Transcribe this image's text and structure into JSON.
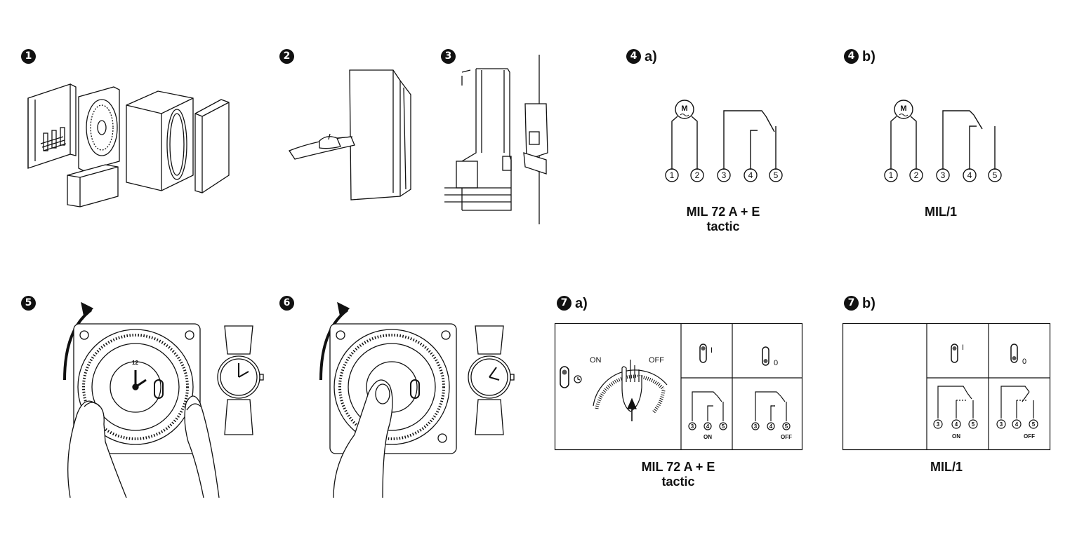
{
  "steps": [
    {
      "number": "1",
      "suffix": ""
    },
    {
      "number": "2",
      "suffix": ""
    },
    {
      "number": "3",
      "suffix": ""
    },
    {
      "number": "4",
      "suffix": "a)"
    },
    {
      "number": "4",
      "suffix": "b)"
    },
    {
      "number": "5",
      "suffix": ""
    },
    {
      "number": "6",
      "suffix": ""
    },
    {
      "number": "7",
      "suffix": "a)"
    },
    {
      "number": "7",
      "suffix": "b)"
    }
  ],
  "captions": {
    "4a": {
      "line1": "MIL 72 A + E",
      "line2": "tactic"
    },
    "4b": {
      "line1": "MIL/1"
    },
    "7a": {
      "line1": "MIL 72 A + E",
      "line2": "tactic"
    },
    "7b": {
      "line1": "MIL/1"
    }
  },
  "terminals": [
    "1",
    "2",
    "3",
    "4",
    "5"
  ],
  "motor_label": "M",
  "dial": {
    "on": "ON",
    "off": "OFF",
    "twelve": "12"
  },
  "switch": {
    "on_symbol": "I",
    "off_symbol": "0"
  },
  "contact_states": {
    "on": "ON",
    "off": "OFF"
  },
  "colors": {
    "ink": "#111111",
    "paper": "#ffffff"
  }
}
